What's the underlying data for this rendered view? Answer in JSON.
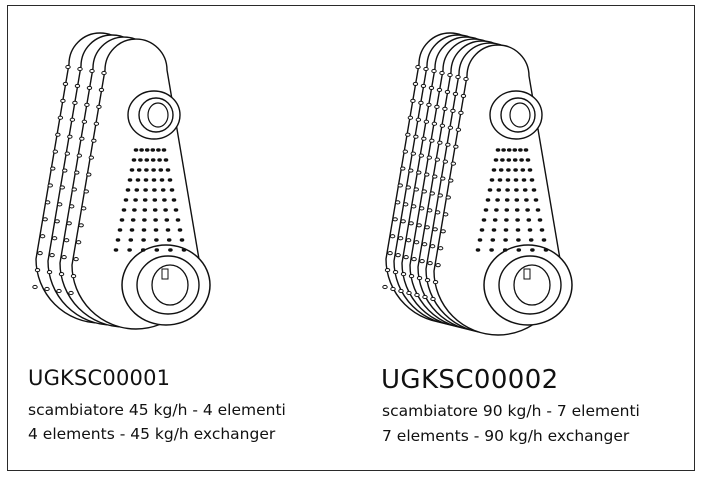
{
  "products": [
    {
      "code": "UGKSC00001",
      "line_it": "scambiatore 45 kg/h  - 4 elementi",
      "line_en": "4 elements  - 45 kg/h exchanger",
      "elements": 4
    },
    {
      "code": "UGKSC00002",
      "line_it": "scambiatore 90 kg/h  - 7 elementi",
      "line_en": "7 elements  - 90 kg/h exchanger",
      "elements": 7
    }
  ]
}
